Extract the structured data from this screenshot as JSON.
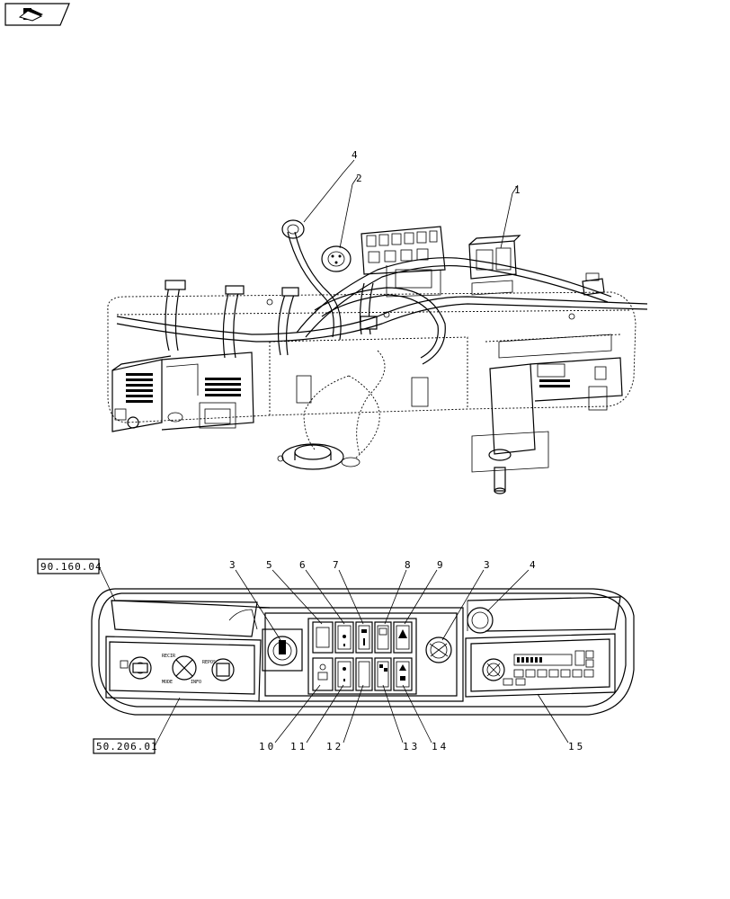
{
  "nav_icon": "page-flip-icon",
  "top_callouts": [
    "4",
    "2",
    "1"
  ],
  "reference_boxes": [
    "90.160.04",
    "50.206.01"
  ],
  "panel_callouts_top": [
    "3",
    "5",
    "6",
    "7",
    "8",
    "9",
    "3",
    "4"
  ],
  "panel_callouts_bottom": [
    "10",
    "11",
    "12",
    "13",
    "14",
    "15"
  ],
  "climate_labels": [
    "RECIR",
    "MODE",
    "REPOS",
    "INFO"
  ]
}
